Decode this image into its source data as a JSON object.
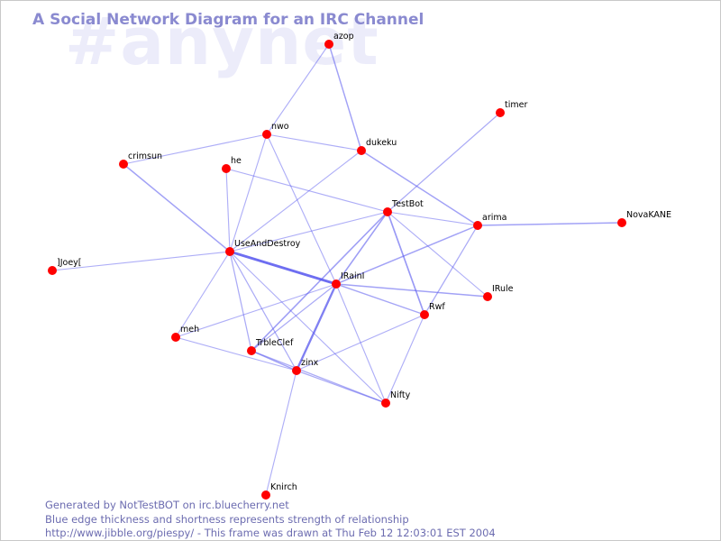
{
  "watermark": "#anynet",
  "title": "A Social Network Diagram for an IRC Channel",
  "footer": {
    "line1": "Generated by NotTestBOT on irc.bluecherry.net",
    "line2": "Blue edge thickness and shortness represents strength of relationship",
    "line3": "http://www.jibble.org/piespy/ - This frame was drawn at Thu Feb 12 12:03:01 EST 2004"
  },
  "colors": {
    "node": "#ff0000",
    "edge": "#5555ee",
    "title": "#8a8ad0",
    "footer": "#6c6cb0",
    "watermark": "#ececfa"
  },
  "nodes": [
    {
      "id": "azop",
      "label": "azop"
    },
    {
      "id": "timer",
      "label": "timer"
    },
    {
      "id": "nwo",
      "label": "nwo"
    },
    {
      "id": "dukeku",
      "label": "dukeku"
    },
    {
      "id": "crimsun",
      "label": "crimsun"
    },
    {
      "id": "he",
      "label": "he"
    },
    {
      "id": "TestBot",
      "label": "TestBot"
    },
    {
      "id": "arima",
      "label": "arima"
    },
    {
      "id": "NovaKANE",
      "label": "NovaKANE"
    },
    {
      "id": "UseAndDestroy",
      "label": "UseAndDestroy"
    },
    {
      "id": "Joey",
      "label": "]Joey["
    },
    {
      "id": "IRainI",
      "label": "IRainI"
    },
    {
      "id": "IRule",
      "label": "IRule"
    },
    {
      "id": "Rwf",
      "label": "Rwf"
    },
    {
      "id": "meh",
      "label": "meh"
    },
    {
      "id": "TrbleClef",
      "label": "TrbleClef"
    },
    {
      "id": "zinx",
      "label": "zinx"
    },
    {
      "id": "Nifty",
      "label": "Nifty"
    },
    {
      "id": "Knirch",
      "label": "Knirch"
    }
  ],
  "edges": [
    {
      "from": "azop",
      "to": "dukeku",
      "strength": 0.3
    },
    {
      "from": "azop",
      "to": "nwo",
      "strength": 0.15
    },
    {
      "from": "nwo",
      "to": "crimsun",
      "strength": 0.15
    },
    {
      "from": "nwo",
      "to": "dukeku",
      "strength": 0.15
    },
    {
      "from": "nwo",
      "to": "IRainI",
      "strength": 0.15
    },
    {
      "from": "nwo",
      "to": "UseAndDestroy",
      "strength": 0.15
    },
    {
      "from": "dukeku",
      "to": "arima",
      "strength": 0.3
    },
    {
      "from": "dukeku",
      "to": "UseAndDestroy",
      "strength": 0.15
    },
    {
      "from": "timer",
      "to": "TestBot",
      "strength": 0.2
    },
    {
      "from": "he",
      "to": "TestBot",
      "strength": 0.15
    },
    {
      "from": "he",
      "to": "UseAndDestroy",
      "strength": 0.15
    },
    {
      "from": "crimsun",
      "to": "UseAndDestroy",
      "strength": 0.3
    },
    {
      "from": "TestBot",
      "to": "arima",
      "strength": 0.15
    },
    {
      "from": "TestBot",
      "to": "IRainI",
      "strength": 0.35
    },
    {
      "from": "TestBot",
      "to": "Rwf",
      "strength": 0.4
    },
    {
      "from": "TestBot",
      "to": "UseAndDestroy",
      "strength": 0.15
    },
    {
      "from": "TestBot",
      "to": "IRule",
      "strength": 0.15
    },
    {
      "from": "TestBot",
      "to": "TrbleClef",
      "strength": 0.35
    },
    {
      "from": "arima",
      "to": "NovaKANE",
      "strength": 0.3
    },
    {
      "from": "arima",
      "to": "IRainI",
      "strength": 0.3
    },
    {
      "from": "arima",
      "to": "Rwf",
      "strength": 0.2
    },
    {
      "from": "Joey",
      "to": "UseAndDestroy",
      "strength": 0.15
    },
    {
      "from": "UseAndDestroy",
      "to": "IRainI",
      "strength": 0.9
    },
    {
      "from": "UseAndDestroy",
      "to": "meh",
      "strength": 0.15
    },
    {
      "from": "UseAndDestroy",
      "to": "TrbleClef",
      "strength": 0.2
    },
    {
      "from": "UseAndDestroy",
      "to": "zinx",
      "strength": 0.2
    },
    {
      "from": "UseAndDestroy",
      "to": "Nifty",
      "strength": 0.15
    },
    {
      "from": "IRainI",
      "to": "IRule",
      "strength": 0.3
    },
    {
      "from": "IRainI",
      "to": "Rwf",
      "strength": 0.25
    },
    {
      "from": "IRainI",
      "to": "meh",
      "strength": 0.15
    },
    {
      "from": "IRainI",
      "to": "TrbleClef",
      "strength": 0.2
    },
    {
      "from": "IRainI",
      "to": "zinx",
      "strength": 0.7
    },
    {
      "from": "IRainI",
      "to": "Nifty",
      "strength": 0.15
    },
    {
      "from": "Rwf",
      "to": "zinx",
      "strength": 0.15
    },
    {
      "from": "Rwf",
      "to": "Nifty",
      "strength": 0.15
    },
    {
      "from": "meh",
      "to": "zinx",
      "strength": 0.15
    },
    {
      "from": "TrbleClef",
      "to": "zinx",
      "strength": 0.3
    },
    {
      "from": "TrbleClef",
      "to": "Nifty",
      "strength": 0.2
    },
    {
      "from": "zinx",
      "to": "Nifty",
      "strength": 0.2
    },
    {
      "from": "zinx",
      "to": "Knirch",
      "strength": 0.15
    }
  ]
}
